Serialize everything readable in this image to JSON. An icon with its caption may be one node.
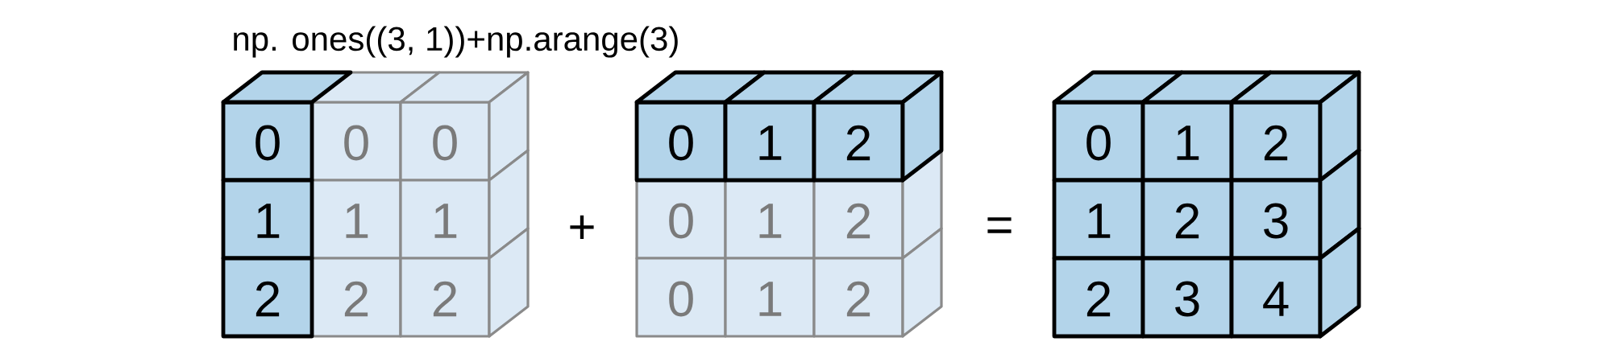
{
  "diagram": {
    "title": "np. ones((3, 1))+np.arange(3)",
    "nodes": [
      {
        "text": [
          "0"
        ]
      },
      {
        "text": [
          "0"
        ]
      },
      {
        "text": [
          "0"
        ]
      },
      {
        "text": [
          "1"
        ]
      },
      {
        "text": [
          "1"
        ]
      },
      {
        "text": [
          "1"
        ]
      },
      {
        "text": [
          "2"
        ]
      },
      {
        "text": [
          "2"
        ]
      },
      {
        "text": [
          "2"
        ]
      },
      {
        "text": [
          "0"
        ]
      },
      {
        "text": [
          "1"
        ]
      },
      {
        "text": [
          "2"
        ]
      },
      {
        "text": [
          "0"
        ]
      },
      {
        "text": [
          "1"
        ]
      },
      {
        "text": [
          "2"
        ]
      },
      {
        "text": [
          "0"
        ]
      },
      {
        "text": [
          "1"
        ]
      },
      {
        "text": [
          "2"
        ]
      },
      {
        "text": [
          "0"
        ]
      },
      {
        "text": [
          "1"
        ]
      },
      {
        "text": [
          "2"
        ]
      },
      {
        "text": [
          "1"
        ]
      },
      {
        "text": [
          "2"
        ]
      },
      {
        "text": [
          "3"
        ]
      },
      {
        "text": [
          "2"
        ]
      },
      {
        "text": [
          "3"
        ]
      },
      {
        "text": [
          "4"
        ]
      }
    ],
    "labels": [
      "+",
      "="
    ]
  }
}
